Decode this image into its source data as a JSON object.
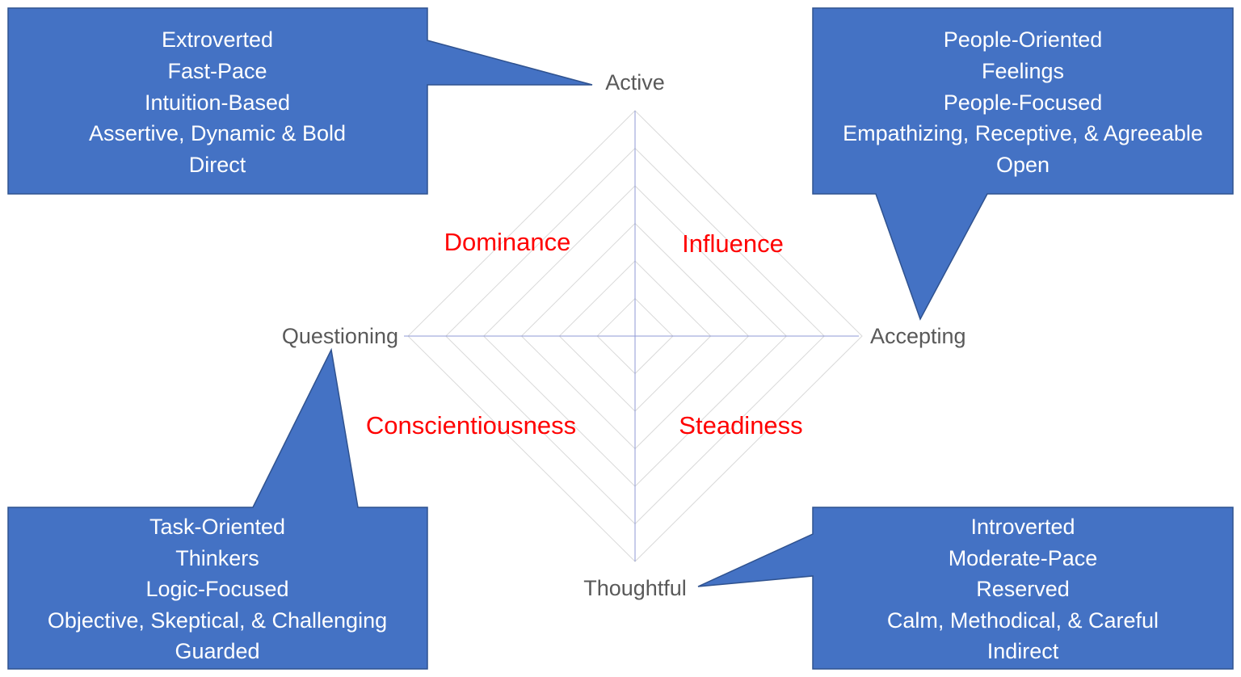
{
  "colors": {
    "box_fill": "#4472c4",
    "box_text": "#ffffff",
    "quadrant_text": "#ff0000",
    "axis_text": "#595959",
    "grid": "#d9d9d9"
  },
  "axes": {
    "top": "Active",
    "right": "Accepting",
    "bottom": "Thoughtful",
    "left": "Questioning"
  },
  "quadrants": {
    "top_left": "Dominance",
    "top_right": "Influence",
    "bottom_left": "Conscientiousness",
    "bottom_right": "Steadiness"
  },
  "boxes": {
    "top_left": {
      "lines": [
        "Extroverted",
        "Fast-Pace",
        "Intuition-Based",
        "Assertive, Dynamic & Bold",
        "Direct"
      ]
    },
    "top_right": {
      "lines": [
        "People-Oriented",
        "Feelings",
        "People-Focused",
        "Empathizing, Receptive, & Agreeable",
        "Open"
      ]
    },
    "bottom_left": {
      "lines": [
        "Task-Oriented",
        "Thinkers",
        "Logic-Focused",
        "Objective, Skeptical, & Challenging",
        "Guarded"
      ]
    },
    "bottom_right": {
      "lines": [
        "Introverted",
        "Moderate-Pace",
        "Reserved",
        "Calm, Methodical, & Careful",
        "Indirect"
      ]
    }
  }
}
